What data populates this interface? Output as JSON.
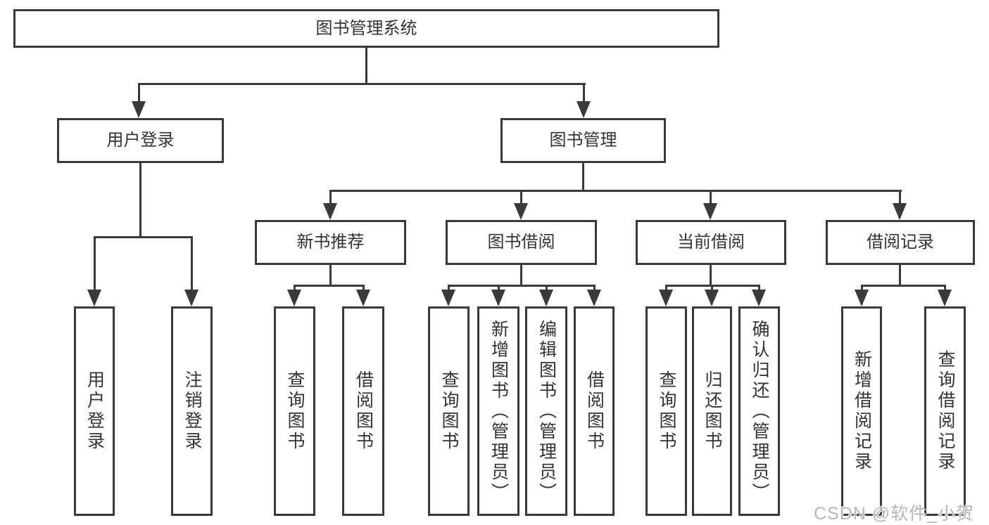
{
  "tree": {
    "root": {
      "label": "图书管理系统"
    },
    "branches": [
      {
        "label": "用户登录",
        "children": [
          {
            "label": "用户登录"
          },
          {
            "label": "注销登录"
          }
        ]
      },
      {
        "label": "图书管理",
        "children": [
          {
            "label": "新书推荐",
            "children": [
              {
                "label": "查询图书"
              },
              {
                "label": "借阅图书"
              }
            ]
          },
          {
            "label": "图书借阅",
            "children": [
              {
                "label": "查询图书"
              },
              {
                "label": "新增图书（管理员）"
              },
              {
                "label": "编辑图书（管理员）"
              },
              {
                "label": "借阅图书"
              }
            ]
          },
          {
            "label": "当前借阅",
            "children": [
              {
                "label": "查询图书"
              },
              {
                "label": "归还图书"
              },
              {
                "label": "确认归还（管理员）"
              }
            ]
          },
          {
            "label": "借阅记录",
            "children": [
              {
                "label": "新增借阅记录"
              },
              {
                "label": "查询借阅记录"
              }
            ]
          }
        ]
      }
    ]
  },
  "watermark": {
    "text": "CSDN @软件_小贺同学"
  },
  "colors": {
    "line": "#3a3a3a",
    "text": "#333333",
    "box_fill": "#ffffff",
    "watermark": "#b6b6b6"
  }
}
